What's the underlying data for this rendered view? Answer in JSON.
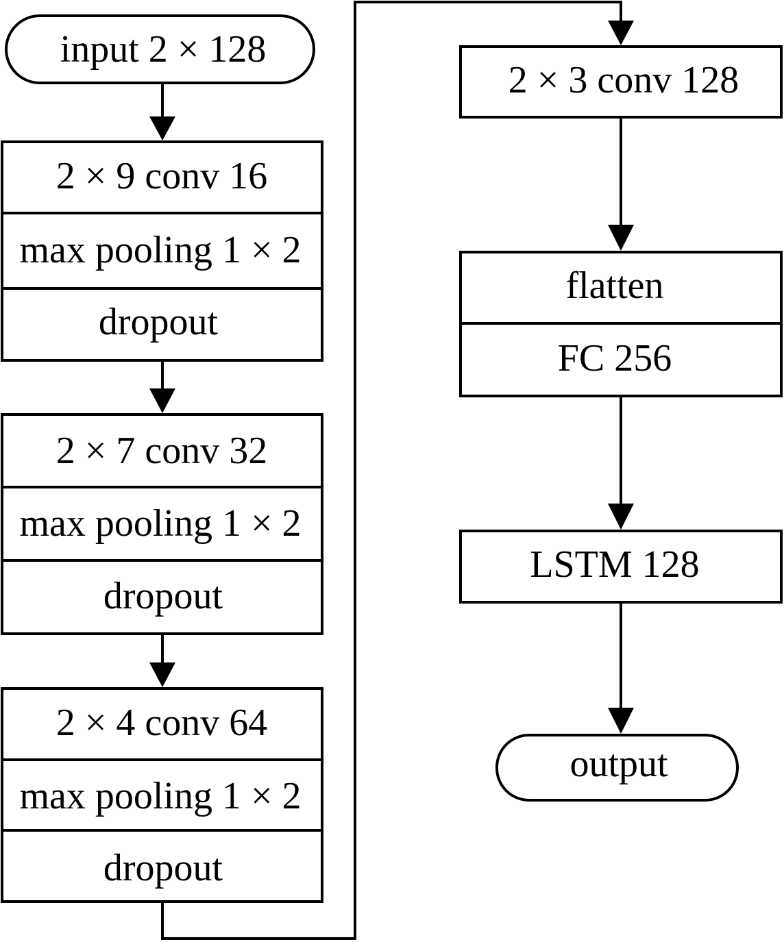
{
  "flowchart": {
    "input": "input 2 × 128",
    "block1": {
      "conv": "2 × 9 conv 16",
      "pool": "max pooling 1 × 2",
      "dropout": "dropout"
    },
    "block2": {
      "conv": "2 × 7 conv 32",
      "pool": "max pooling 1 × 2",
      "dropout": "dropout"
    },
    "block3": {
      "conv": "2 × 4 conv 64",
      "pool": "max pooling 1 × 2",
      "dropout": "dropout"
    },
    "conv4": "2 × 3 conv 128",
    "flatten": "flatten",
    "fc": "FC 256",
    "lstm": "LSTM 128",
    "output": "output"
  }
}
